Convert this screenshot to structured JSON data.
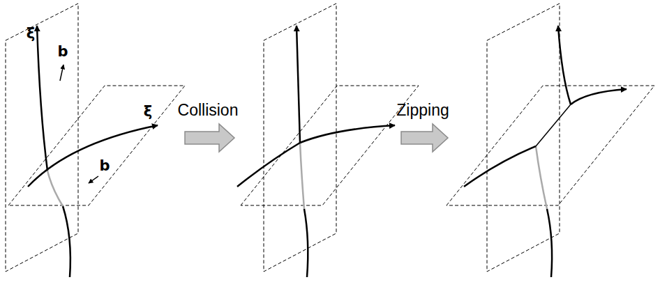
{
  "diagram": {
    "labels": [
      "ξ",
      "b",
      "ξ",
      "b",
      "Collision",
      "Zipping"
    ]
  }
}
